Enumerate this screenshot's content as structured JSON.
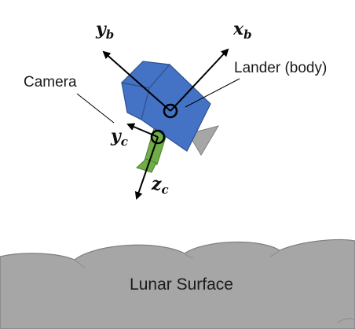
{
  "labels": {
    "camera": "Camera",
    "lander": "Lander (body)",
    "surface": "Lunar Surface"
  },
  "axes": {
    "body_x": {
      "main": "x",
      "sub": "b"
    },
    "body_y": {
      "main": "y",
      "sub": "b"
    },
    "camera_y": {
      "main": "y",
      "sub": "c"
    },
    "camera_z": {
      "main": "z",
      "sub": "c"
    }
  },
  "colors": {
    "lander_fill": "#4472C4",
    "lander_stroke": "#2F528F",
    "camera_fill": "#70AD47",
    "camera_stroke": "#507E32",
    "thruster_fill": "#A6A6A6",
    "surface_fill": "#A6A6A6",
    "surface_stroke": "#7F7F7F",
    "axis_color": "#000000"
  }
}
